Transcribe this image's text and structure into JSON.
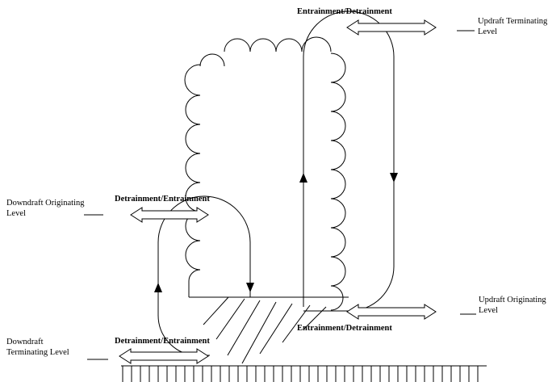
{
  "labels": {
    "updraft_terminating": [
      "Updraft Terminating",
      "Level"
    ],
    "updraft_originating": [
      "Updraft Originating",
      "Level"
    ],
    "downdraft_originating": [
      "Downdraft Originating",
      "Level"
    ],
    "downdraft_terminating": [
      "Downdraft",
      "Terminating Level"
    ],
    "top_exchange": "Entrainment/Detrainment",
    "mid_exchange": "Detrainment/Entrainment",
    "lower_exchange": "Entrainment/Detrainment",
    "ground_exchange": "Detrainment/Entrainment"
  },
  "colors": {
    "line": "#000000",
    "background": "#ffffff"
  },
  "icons": [
    "double-headed-arrow",
    "flow-arrowhead",
    "cloud-scallop",
    "ground-hatch"
  ]
}
